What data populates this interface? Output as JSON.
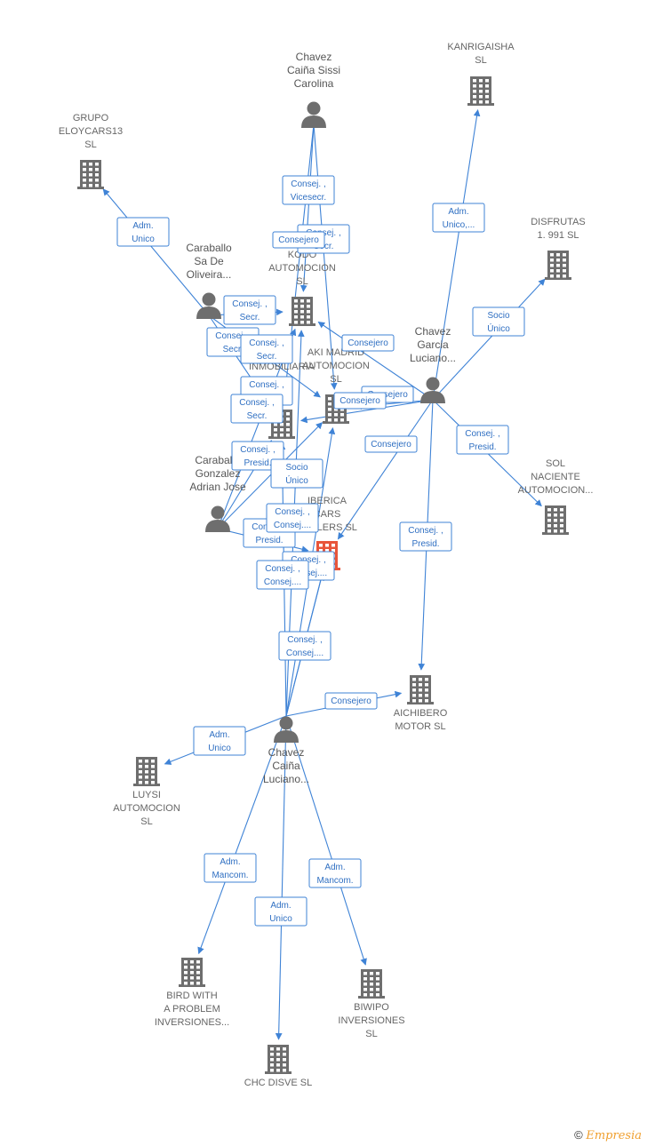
{
  "colors": {
    "edge": "#3f83d6",
    "node": "#6e6e6e",
    "highlight": "#e8553a"
  },
  "nodes": [
    {
      "id": "chavez_sissi",
      "kind": "person",
      "label": [
        "Chavez",
        "Caiña Sissi",
        "Carolina"
      ]
    },
    {
      "id": "kanrigaisha",
      "kind": "company",
      "label": [
        "KANRIGAISHA",
        "SL"
      ]
    },
    {
      "id": "grupo_eloy",
      "kind": "company",
      "label": [
        "GRUPO",
        "ELOYCARS13",
        "SL"
      ]
    },
    {
      "id": "disfrutas",
      "kind": "company",
      "label": [
        "DISFRUTAS",
        "1. 991  SL"
      ]
    },
    {
      "id": "caraballo_oliveira",
      "kind": "person",
      "label": [
        "Caraballo",
        "Sa De",
        "Oliveira..."
      ]
    },
    {
      "id": "kodo",
      "kind": "company",
      "label": [
        "KODO",
        "AUTOMOCION",
        "SL"
      ]
    },
    {
      "id": "aki",
      "kind": "company",
      "label": [
        "AKI MADRID",
        "AUTOMOCION",
        "SL"
      ]
    },
    {
      "id": "inmobiliaria",
      "kind": "company",
      "label": [
        "INMOBILIARIA"
      ]
    },
    {
      "id": "chavez_garcia",
      "kind": "person",
      "label": [
        "Chavez",
        "Garcia",
        "Luciano..."
      ]
    },
    {
      "id": "caraballo_gonzalez",
      "kind": "person",
      "label": [
        "Caraballo",
        "Gonzalez",
        "Adrian Jose"
      ]
    },
    {
      "id": "iberica",
      "kind": "company",
      "highlight": true,
      "label": [
        "IBERICA",
        "CARS",
        "DEALERS  SL"
      ]
    },
    {
      "id": "sol",
      "kind": "company",
      "label": [
        "SOL",
        "NACIENTE",
        "AUTOMOCION..."
      ]
    },
    {
      "id": "aichibero",
      "kind": "company",
      "label": [
        "AICHIBERO",
        "MOTOR  SL"
      ]
    },
    {
      "id": "chavez_luciano",
      "kind": "person",
      "label": [
        "Chavez",
        "Caiña",
        "Luciano..."
      ]
    },
    {
      "id": "luysi",
      "kind": "company",
      "label": [
        "LUYSI",
        "AUTOMOCION",
        "SL"
      ]
    },
    {
      "id": "bird",
      "kind": "company",
      "label": [
        "BIRD WITH",
        "A PROBLEM",
        "INVERSIONES..."
      ]
    },
    {
      "id": "biwipo",
      "kind": "company",
      "label": [
        "BIWIPO",
        "INVERSIONES",
        "SL"
      ]
    },
    {
      "id": "chc",
      "kind": "company",
      "label": [
        "CHC DISVE  SL"
      ]
    }
  ],
  "edges": [
    {
      "from": "chavez_sissi",
      "to": "kodo",
      "label": [
        "Consej. ,",
        "Vicesecr."
      ]
    },
    {
      "from": "chavez_sissi",
      "to": "aki",
      "label": [
        "Consej. ,",
        "Secr."
      ]
    },
    {
      "from": "chavez_sissi",
      "to": "inmobiliaria",
      "label": [
        "Consejero"
      ]
    },
    {
      "from": "caraballo_oliveira",
      "to": "grupo_eloy",
      "label": [
        "Adm.",
        "Unico"
      ]
    },
    {
      "from": "caraballo_oliveira",
      "to": "inmobiliaria",
      "label": [
        "Consej. ,",
        "Secr."
      ]
    },
    {
      "from": "caraballo_oliveira",
      "to": "kodo",
      "label": [
        "Consej. ,",
        "Secr."
      ]
    },
    {
      "from": "caraballo_oliveira",
      "to": "aki",
      "label": [
        "Consej. ,",
        "Secr."
      ]
    },
    {
      "from": "chavez_garcia",
      "to": "kanrigaisha",
      "label": [
        "Adm.",
        "Unico,..."
      ]
    },
    {
      "from": "chavez_garcia",
      "to": "disfrutas",
      "label": [
        "Socio",
        "Único"
      ]
    },
    {
      "from": "chavez_garcia",
      "to": "aki",
      "label": [
        "Consejero"
      ]
    },
    {
      "from": "chavez_garcia",
      "to": "inmobiliaria",
      "label": [
        "Consejero"
      ]
    },
    {
      "from": "chavez_garcia",
      "to": "iberica",
      "label": [
        "Consejero"
      ]
    },
    {
      "from": "chavez_garcia",
      "to": "sol",
      "label": [
        "Consej. ,",
        "Presid."
      ]
    },
    {
      "from": "chavez_garcia",
      "to": "aichibero",
      "label": [
        "Consej. ,",
        "Presid."
      ]
    },
    {
      "from": "chavez_garcia",
      "to": "kodo",
      "label": [
        "Consejero"
      ]
    },
    {
      "from": "caraballo_gonzalez",
      "to": "kodo",
      "label": [
        "Consej. ,",
        "Presid."
      ]
    },
    {
      "from": "caraballo_gonzalez",
      "to": "aki",
      "label": [
        "Consej. ,",
        "Presid."
      ]
    },
    {
      "from": "caraballo_gonzalez",
      "to": "inmobiliaria",
      "label": [
        "Consej. ,",
        "Secr."
      ]
    },
    {
      "from": "caraballo_gonzalez",
      "to": "iberica",
      "label": [
        "Consej. ,",
        "Presid."
      ]
    },
    {
      "from": "chavez_luciano",
      "to": "inmobiliaria",
      "label": [
        "Socio",
        "Único"
      ]
    },
    {
      "from": "chavez_luciano",
      "to": "kodo",
      "label": [
        "Consej. ,",
        "Consej...."
      ]
    },
    {
      "from": "chavez_luciano",
      "to": "aki",
      "label": [
        "Consej. ,",
        "Consej...."
      ]
    },
    {
      "from": "chavez_luciano",
      "to": "iberica",
      "label": [
        "Consej. ,",
        "Consej...."
      ]
    },
    {
      "from": "chavez_luciano",
      "to": "iberica",
      "label": [
        "Consej. ,",
        "Consej...."
      ]
    },
    {
      "from": "chavez_luciano",
      "to": "aichibero",
      "label": [
        "Consejero"
      ]
    },
    {
      "from": "chavez_luciano",
      "to": "luysi",
      "label": [
        "Adm.",
        "Unico"
      ]
    },
    {
      "from": "chavez_luciano",
      "to": "bird",
      "label": [
        "Adm.",
        "Mancom."
      ]
    },
    {
      "from": "chavez_luciano",
      "to": "biwipo",
      "label": [
        "Adm.",
        "Mancom."
      ]
    },
    {
      "from": "chavez_luciano",
      "to": "chc",
      "label": [
        "Adm.",
        "Unico"
      ]
    }
  ],
  "footer": {
    "copyright": "©",
    "brand": "Empresia"
  }
}
